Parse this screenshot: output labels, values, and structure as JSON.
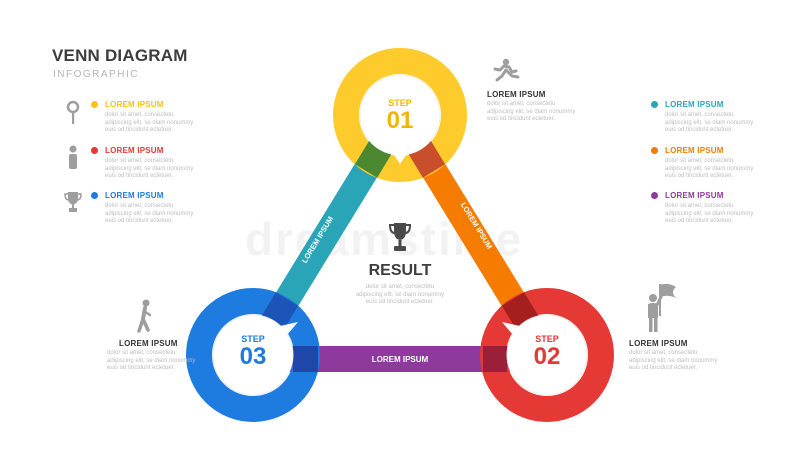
{
  "header": {
    "title": "VENN DIAGRAM",
    "subtitle": "INFOGRAPHIC"
  },
  "watermark": "dreamstime",
  "left_items": [
    {
      "icon": "magnifier-icon",
      "label": "LOREM IPSUM",
      "color": "#F7C21B",
      "body": [
        "dolor sit amet, consectetu",
        "adipiscing elit, se diam nonummy",
        "euis od tincidunt ectetuer."
      ]
    },
    {
      "icon": "person-icon",
      "label": "LOREM IPSUM",
      "color": "#E53935",
      "body": [
        "dolor sit amet, consectetu",
        "adipiscing elit, se diam nonummy",
        "euis od tincidunt ectetuer."
      ]
    },
    {
      "icon": "trophy-icon",
      "label": "LOREM IPSUM",
      "color": "#1E7BE0",
      "body": [
        "dolor sit amet, consectetu",
        "adipiscing elit, se diam nonummy",
        "euis od tincidunt ectetuer."
      ]
    }
  ],
  "right_items": [
    {
      "label": "LOREM IPSUM",
      "color": "#2AA5B8",
      "body": [
        "dolor sit amet, consectetu",
        "adipiscing elit, se diam nonummy",
        "euis od tincidunt ectetuer."
      ]
    },
    {
      "label": "LOREM IPSUM",
      "color": "#F57C00",
      "body": [
        "dolor sit amet, consectetu",
        "adipiscing elit, se diam nonummy",
        "euis od tincidunt ectetuer."
      ]
    },
    {
      "label": "LOREM IPSUM",
      "color": "#8E3A9D",
      "body": [
        "dolor sit amet, consectetu",
        "adipiscing elit, se diam nonummy",
        "euis od tincidunt ectetuer."
      ]
    }
  ],
  "steps": [
    {
      "step_label": "STEP",
      "number": "01",
      "color": "#FDCB2B",
      "text_color": "#F4B400"
    },
    {
      "step_label": "STEP",
      "number": "02",
      "color": "#E53935",
      "text_color": "#E53935"
    },
    {
      "step_label": "STEP",
      "number": "03",
      "color": "#1E7BE0",
      "text_color": "#1E7BE0"
    }
  ],
  "connectors": [
    {
      "label": "LOREM IPSUM",
      "color": "#2AA5B8"
    },
    {
      "label": "LOREM IPSUM",
      "color": "#F57C00"
    },
    {
      "label": "LOREM IPSUM",
      "color": "#8E3A9D"
    }
  ],
  "step_notes": [
    {
      "icon": "runner-icon",
      "label": "LOREM IPSUM",
      "body": [
        "dolor sit amet, consectetu",
        "adipiscing elit, se diam nonummy",
        "euis od tincidunt ectetuer."
      ]
    },
    {
      "icon": "flag-person-icon",
      "label": "LOREM IPSUM",
      "body": [
        "dolor sit amet, consectetu",
        "adipiscing elit, se diam nonummy",
        "euis od tincidunt ectetuer."
      ]
    },
    {
      "icon": "walker-icon",
      "label": "LOREM IPSUM",
      "body": [
        "dolor sit amet, consectetu",
        "adipiscing elit, se diam nonummy",
        "euis od tincidunt ectetuer."
      ]
    }
  ],
  "result": {
    "icon": "trophy-icon",
    "title": "RESULT",
    "body": [
      "dolor sit amet, consectetu",
      "adipiscing elit, se diam nonummy",
      "euis od tincidunt ectetuer."
    ]
  }
}
